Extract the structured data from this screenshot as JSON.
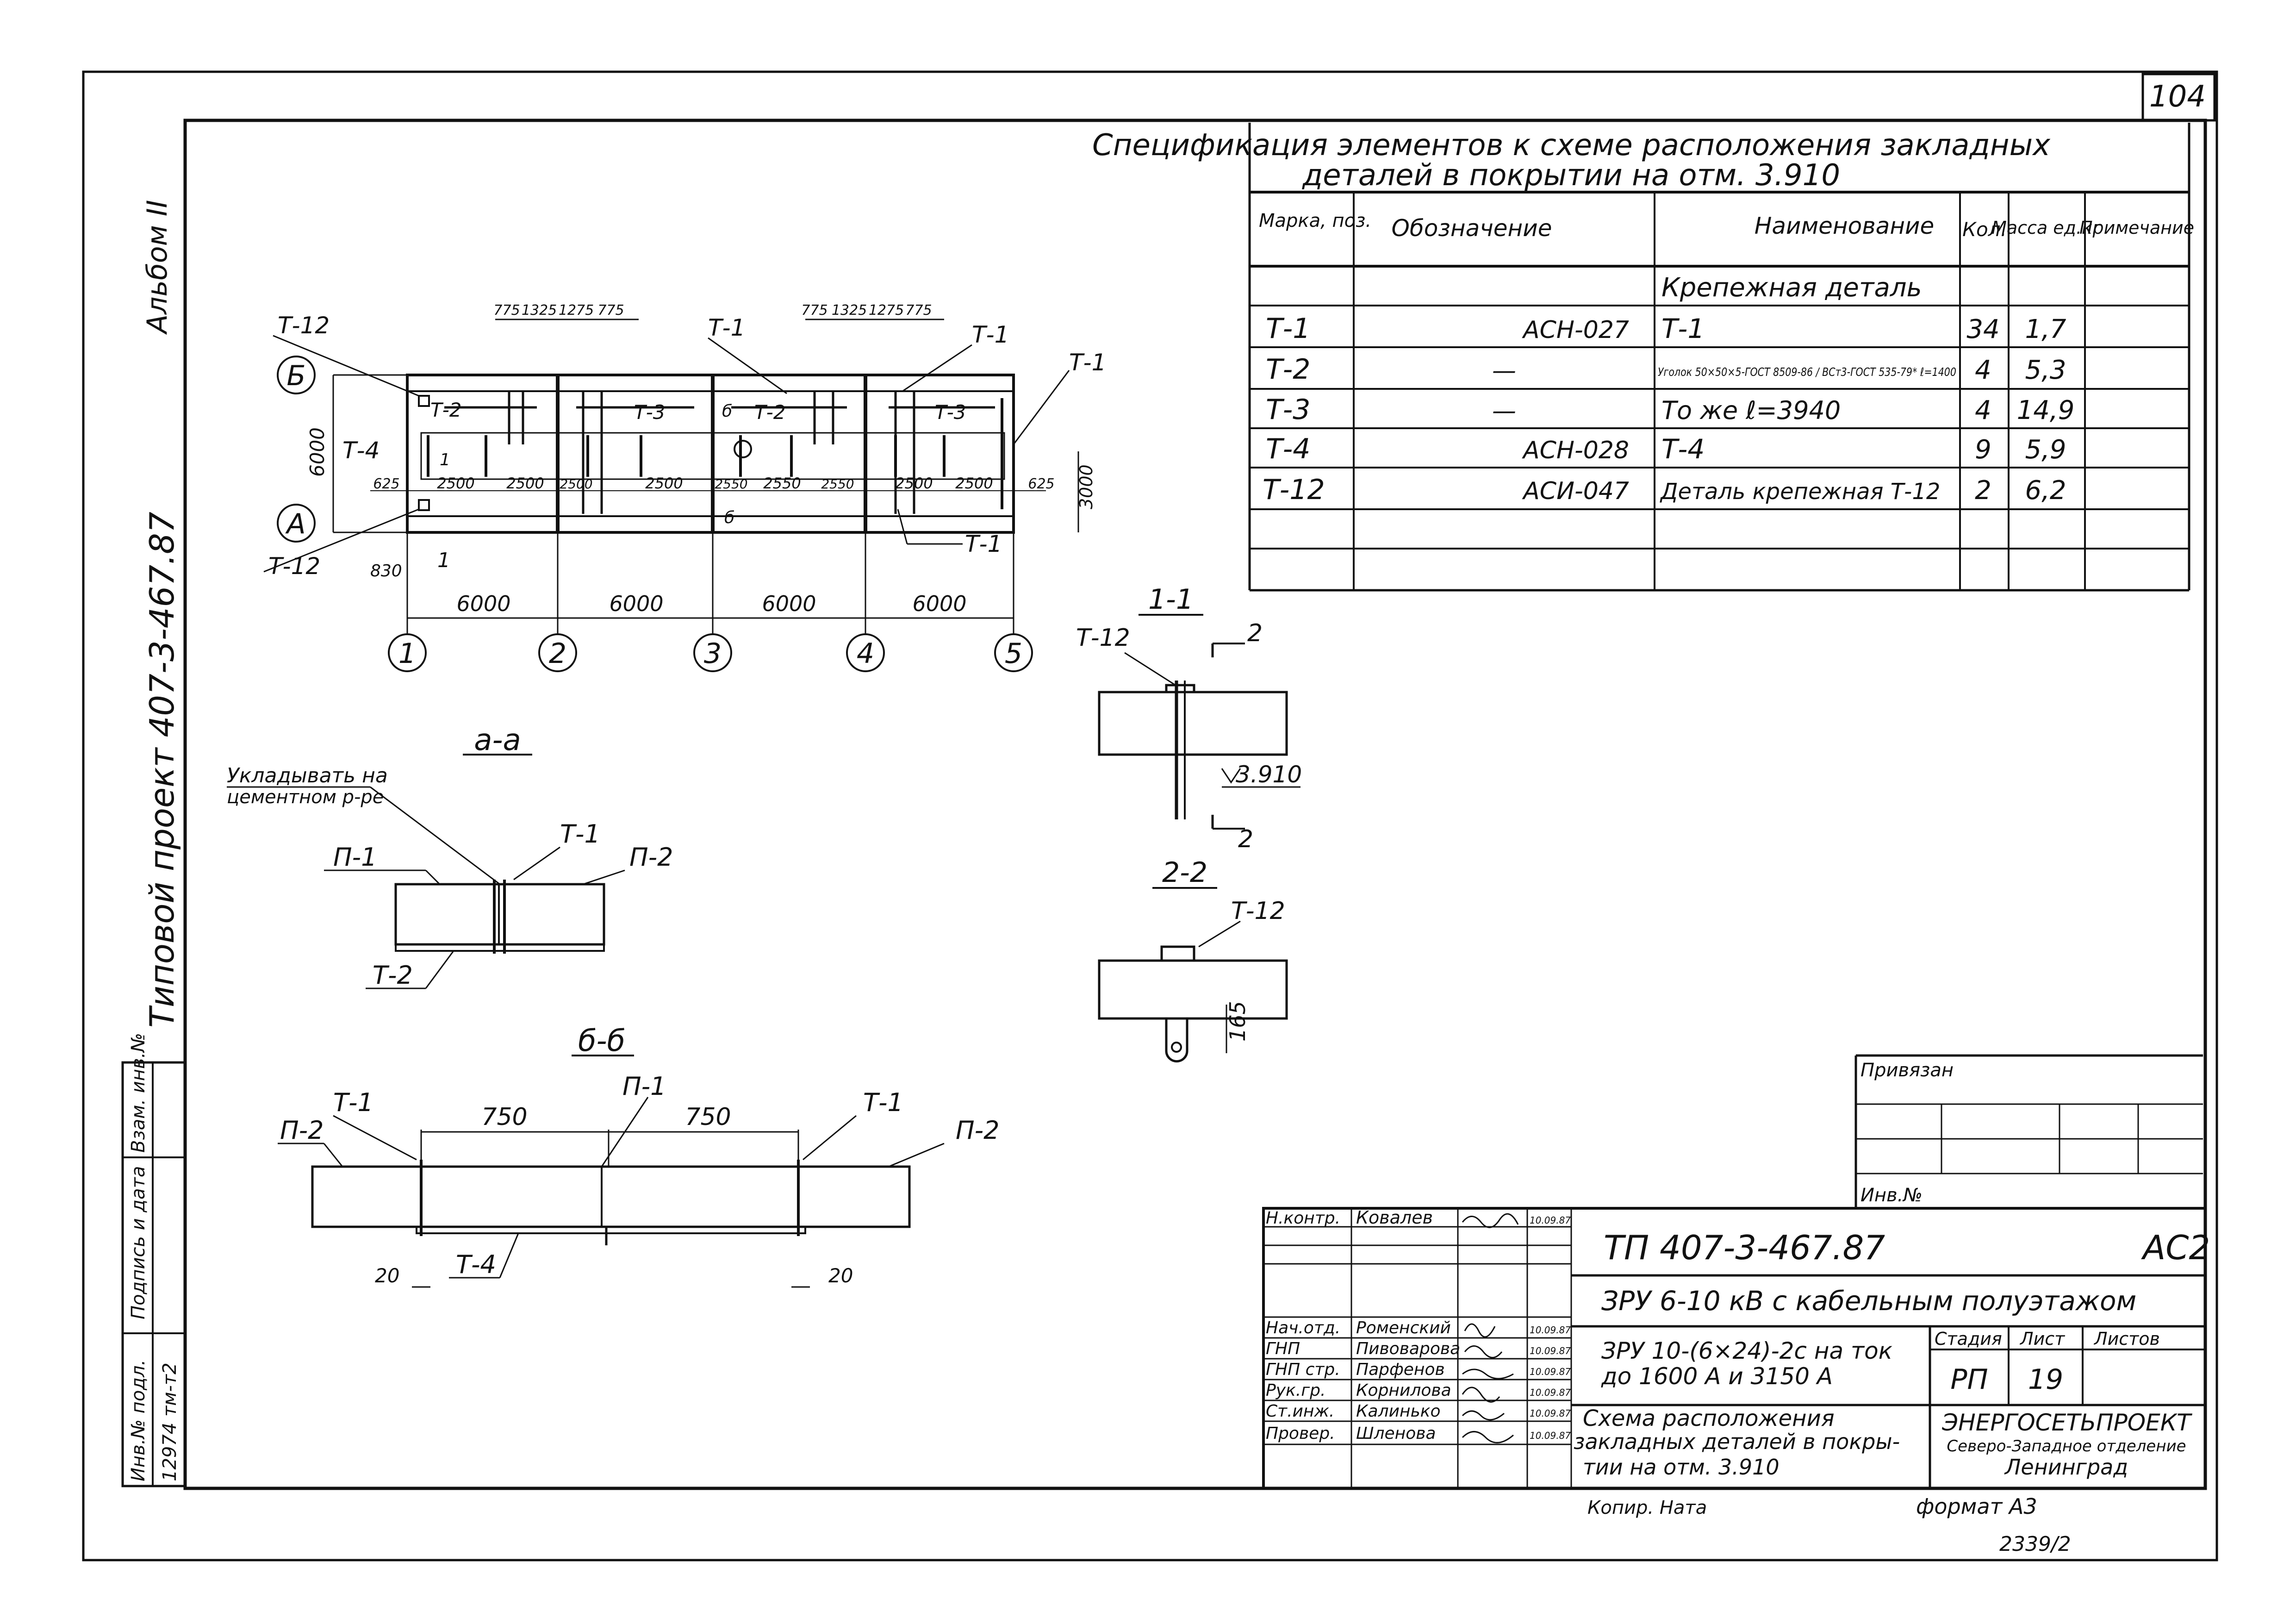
{
  "sheet": {
    "sheet_corner_number": "104",
    "bottom_code": "2339/2",
    "format": "формат А3",
    "copier": "Копир. Ната"
  },
  "left_margin": {
    "album": "Альбом II",
    "project": "Типовой проект   407-3-467.87",
    "stamp_labels": [
      "Взам. инв.№",
      "Подпись и дата",
      "Инв.№ подл."
    ],
    "inv_value": "12974 тм-т2"
  },
  "spec": {
    "title_line1": "Спецификация элементов к схеме расположения закладных",
    "title_line2": "деталей в покрытии на отм. 3.910",
    "headers": {
      "mark": "Марка, поз.",
      "designation": "Обозначение",
      "name": "Наименование",
      "qty": "Кол.",
      "mass": "Масса ед.кг",
      "note": "Примечание"
    },
    "group_name": "Крепежная деталь",
    "rows": [
      {
        "mark": "Т-1",
        "designation": "АСН-027",
        "name": "Т-1",
        "qty": "34",
        "mass": "1,7"
      },
      {
        "mark": "Т-2",
        "designation": "—",
        "name": "Уголок 50×50×5-ГОСТ 8509-86 / ВСт3-ГОСТ 535-79* ℓ=1400",
        "qty": "4",
        "mass": "5,3"
      },
      {
        "mark": "Т-3",
        "designation": "—",
        "name": "То же    ℓ=3940",
        "qty": "4",
        "mass": "14,9"
      },
      {
        "mark": "Т-4",
        "designation": "АСН-028",
        "name": "Т-4",
        "qty": "9",
        "mass": "5,9"
      },
      {
        "mark": "Т-12",
        "designation": "АСИ-047",
        "name": "Деталь крепежная Т-12",
        "qty": "2",
        "mass": "6,2"
      }
    ]
  },
  "plan": {
    "axis_labels": [
      "1",
      "2",
      "3",
      "4",
      "5"
    ],
    "row_labels": [
      "Б",
      "А"
    ],
    "spans": [
      "6000",
      "6000",
      "6000",
      "6000"
    ],
    "height_dim": "6000",
    "right_dim": "3000",
    "top_dims_1": [
      "775",
      "1325",
      "1275",
      "775"
    ],
    "top_dims_2": [
      "775",
      "1325",
      "1275",
      "775"
    ],
    "inner_dims": [
      "625",
      "2500",
      "2500",
      "2500",
      "2500",
      "2550",
      "2550",
      "2550",
      "2500",
      "2500",
      "625"
    ],
    "edge_dim": "830",
    "tags": [
      "Т-12",
      "Т-12",
      "Т-4",
      "Т-2",
      "Т-3",
      "Т-2",
      "Т-3",
      "Т-1",
      "Т-1",
      "Т-1",
      "Т-1",
      "1",
      "1",
      "б",
      "б"
    ]
  },
  "section_aa": {
    "title": "а-а",
    "note_line1": "Укладывать на",
    "note_line2": "цементном р-ре",
    "tags": [
      "П-1",
      "Т-1",
      "П-2",
      "Т-2"
    ]
  },
  "section_bb": {
    "title": "б-б",
    "tags": [
      "П-2",
      "Т-1",
      "П-1",
      "Т-1",
      "П-2",
      "Т-4"
    ],
    "dims": [
      "750",
      "750",
      "20",
      "20"
    ]
  },
  "section_11": {
    "title": "1-1",
    "tag": "Т-12",
    "cut_label": "2",
    "elevation": "3.910"
  },
  "section_22": {
    "title": "2-2",
    "tag": "Т-12",
    "dim": "165"
  },
  "privyazan": {
    "label": "Привязан",
    "inv_label": "Инв.№"
  },
  "title_block": {
    "code": "ТП   407-3-467.87",
    "sheet_mark": "АС2",
    "object": "ЗРУ 6-10 кВ с кабельным полуэтажом",
    "subtitle_line1": "ЗРУ 10-(6×24)-2с  на ток",
    "subtitle_line2": "до 1600 А  и  3150 А",
    "drawing_line1": "Схема расположения",
    "drawing_line2": "закладных деталей в покры-",
    "drawing_line3": "тии на отм. 3.910",
    "stage_label": "Стадия",
    "sheet_label": "Лист",
    "sheets_label": "Листов",
    "stage": "РП",
    "sheet": "19",
    "org_name": "ЭНЕРГОСЕТЬПРОЕКТ",
    "org_branch": "Северо-Западное отделение",
    "org_city": "Ленинград",
    "people": [
      {
        "role": "Н.контр.",
        "name": "Ковалев",
        "date": "10.09.87"
      },
      {
        "role": "",
        "name": "",
        "date": ""
      },
      {
        "role": "",
        "name": "",
        "date": ""
      },
      {
        "role": "Нач.отд.",
        "name": "Роменский",
        "date": "10.09.87"
      },
      {
        "role": "ГНП",
        "name": "Пивоварова",
        "date": "10.09.87"
      },
      {
        "role": "ГНП стр.",
        "name": "Парфенов",
        "date": "10.09.87"
      },
      {
        "role": "Рук.гр.",
        "name": "Корнилова",
        "date": "10.09.87"
      },
      {
        "role": "Ст.инж.",
        "name": "Калинько",
        "date": "10.09.87"
      },
      {
        "role": "Провер.",
        "name": "Шленова",
        "date": "10.09.87"
      }
    ]
  }
}
